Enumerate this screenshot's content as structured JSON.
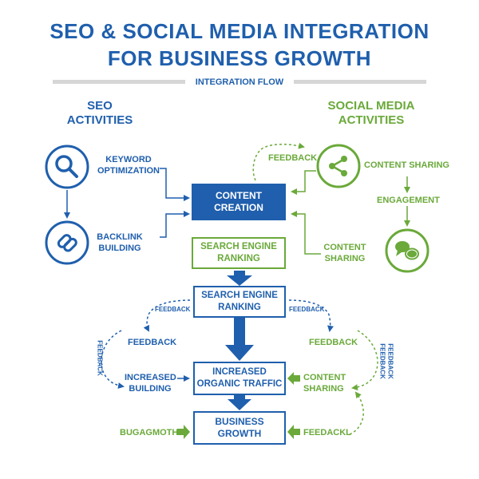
{
  "title": {
    "line1": "SEO & SOCIAL MEDIA INTEGRATION",
    "line2": "FOR BUSINESS GROWTH"
  },
  "banner": {
    "label": "INTEGRATION FLOW"
  },
  "seo": {
    "heading_line1": "SEO",
    "heading_line2": "ACTIVITIES",
    "keyword_line1": "KEYWORD",
    "keyword_line2": "OPTIMIZATION",
    "backlink_line1": "BACKLINK",
    "backlink_line2": "BUILDING"
  },
  "social": {
    "heading_line1": "SOCIAL MEDIA",
    "heading_line2": "ACTIVITIES",
    "feedback": "FEEDBACK",
    "content_sharing": "CONTENT SHARING",
    "engagement": "ENGAGEMENT",
    "content_line1": "CONTENT",
    "content_line2": "SHARING"
  },
  "boxes": {
    "content_creation_line1": "CONTENT",
    "content_creation_line2": "CREATION",
    "ranking_green_line1": "SEARCH ENGINE",
    "ranking_green_line2": "RANKING",
    "ranking_blue_line1": "SEARCH ENGINE",
    "ranking_blue_line2": "RANKING",
    "traffic_line1": "INCREASED",
    "traffic_line2": "ORGANIC TRAFFIC",
    "growth_line1": "BUSINESS",
    "growth_line2": "GROWTH"
  },
  "lower": {
    "feedback_small_left": "FEEDBACK",
    "feedback_small_right": "FEEDBACK",
    "feedback_left": "FEEDBACK",
    "feedback_right": "FEEDBACK",
    "feedback_vertical_left": "FEEDBACK",
    "feedback_vertical_right_1": "FEEDBACK",
    "feedback_vertical_right_2": "FEEDBACK",
    "increased_line1": "INCREASED",
    "increased_line2": "BUILDING",
    "content_line1": "CONTENT",
    "content_line2": "SHARING",
    "bottom_left": "BUGAGMOTH",
    "bottom_right": "FEEDACKL"
  },
  "colors": {
    "blue": "#1f5fad",
    "green": "#6aa93a",
    "banner_line": "#d6d6d6"
  },
  "icons": [
    "search-icon",
    "link-icon",
    "share-icon",
    "chat-bubbles-icon"
  ]
}
